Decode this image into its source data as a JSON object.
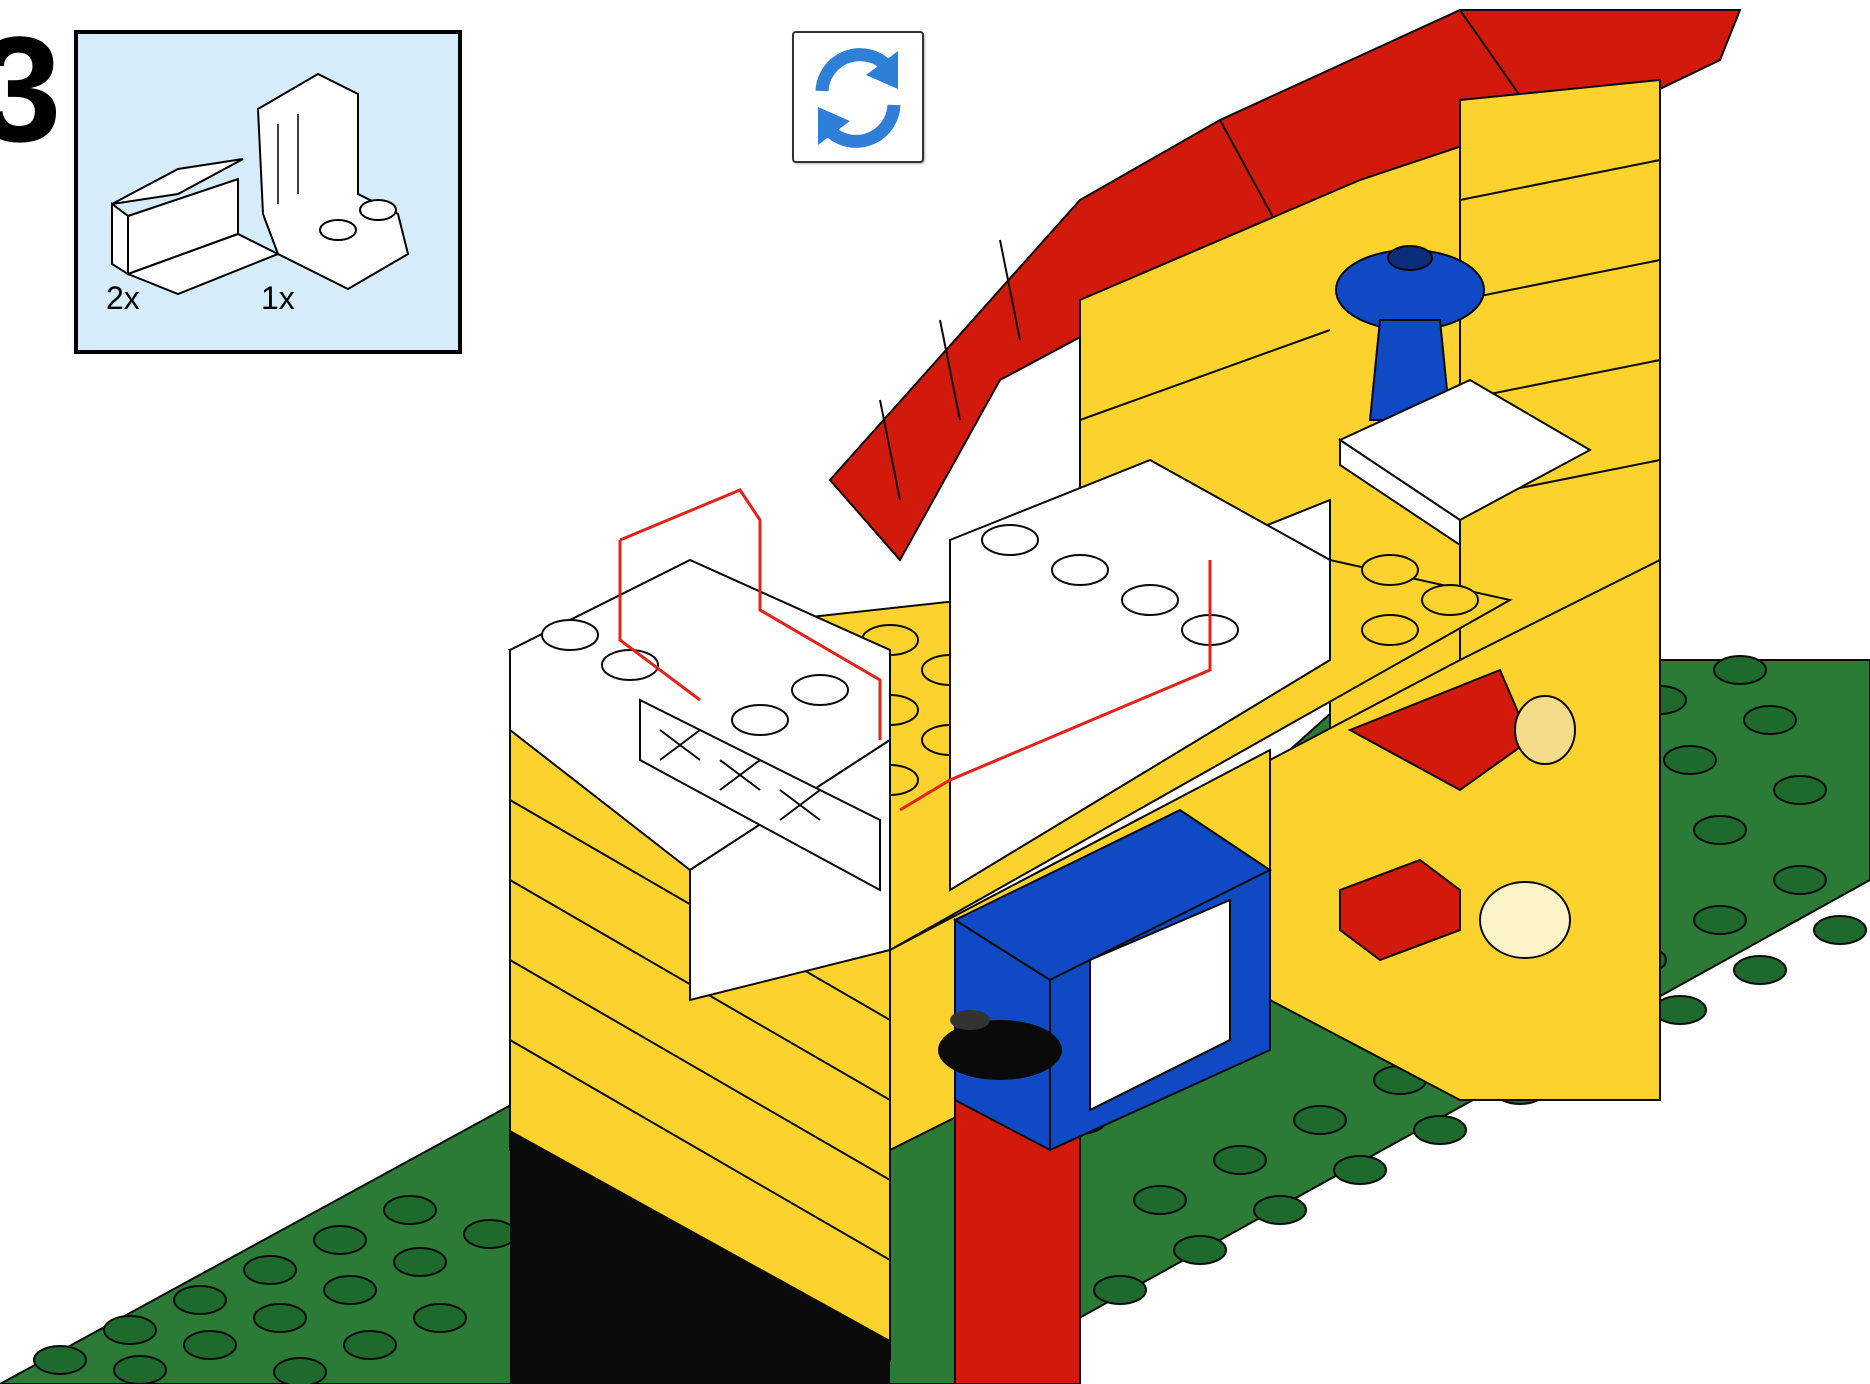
{
  "step": {
    "number": "3"
  },
  "parts_list": {
    "items": [
      {
        "icon": "panel-1x2-white-icon",
        "count": "2x"
      },
      {
        "icon": "seat-2x2-white-icon",
        "count": "1x"
      }
    ],
    "background": "#d6ecfb"
  },
  "rotate_icon": {
    "icon": "rotate-icon",
    "color": "#2f7fd8"
  },
  "colors": {
    "yellow": "#fcd22e",
    "red": "#d11a0b",
    "green": "#2b7a36",
    "blue": "#1049c4",
    "white": "#ffffff",
    "black": "#0a0a0a",
    "highlight": "#e2231a"
  }
}
